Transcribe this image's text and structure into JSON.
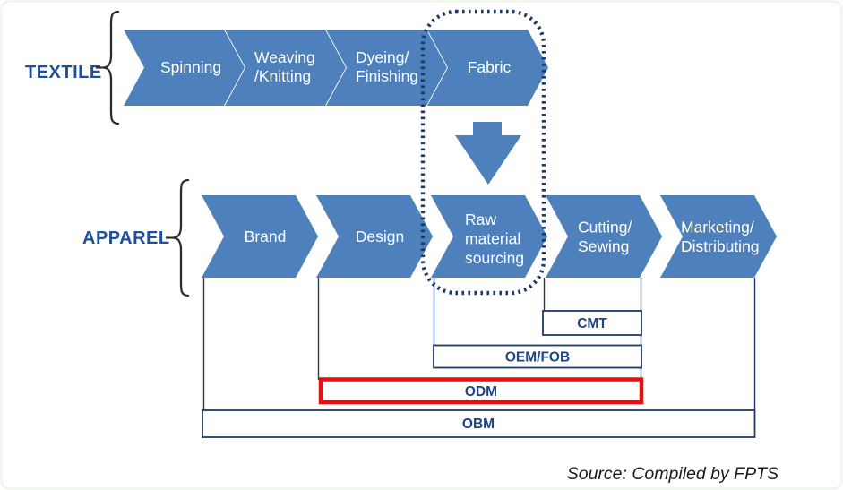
{
  "section_labels": {
    "textile": "TEXTILE",
    "apparel": "APPAREL"
  },
  "textile_steps": [
    [
      "Spinning"
    ],
    [
      "Weaving",
      "/Knitting"
    ],
    [
      "Dyeing/",
      "Finishing"
    ],
    [
      "Fabric"
    ]
  ],
  "apparel_steps": [
    [
      "Brand"
    ],
    [
      "Design"
    ],
    [
      "Raw",
      "material",
      "sourcing"
    ],
    [
      "Cutting/",
      "Sewing"
    ],
    [
      "Marketing/",
      "Distributing"
    ]
  ],
  "business_models": {
    "cmt": "CMT",
    "oem_fob": "OEM/FOB",
    "odm": "ODM",
    "obm": "OBM"
  },
  "source_note": "Source: Compiled by FPTS",
  "colors": {
    "chevron_blue": "#4E80BC",
    "navy_line": "#1E3A66",
    "box_text_navy": "#1C4486",
    "section_label_blue": "#1F4E9A",
    "highlight_red": "#EA0E0E",
    "page_border": "#EFF5EC"
  }
}
